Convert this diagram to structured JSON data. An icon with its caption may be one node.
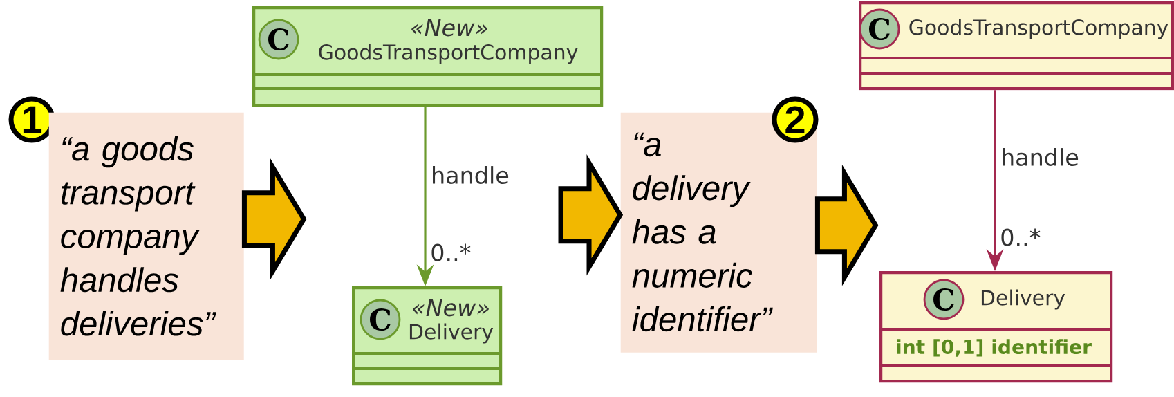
{
  "diagram": {
    "nodes": [
      {
        "text": [
          "1"
        ]
      },
      {
        "text": [
          "“a goods transport company handles deliveries”"
        ]
      },
      {
        "text": [
          "C",
          "«New»",
          "GoodsTransportCompany"
        ]
      },
      {
        "text": [
          "C",
          "«New»",
          "Delivery"
        ]
      },
      {
        "text": [
          "“a delivery has a numeric identifier”"
        ]
      },
      {
        "text": [
          "2"
        ]
      },
      {
        "text": [
          "C",
          "GoodsTransportCompany"
        ]
      },
      {
        "text": [
          "C",
          "Delivery",
          "int [0,1] identifier"
        ]
      }
    ],
    "edges": [
      {
        "from": 1,
        "to": null,
        "arrow": "to",
        "color": "#f2b800"
      },
      {
        "from": null,
        "to": 4,
        "arrow": "to",
        "color": "#f2b800"
      },
      {
        "from": 4,
        "to": null,
        "arrow": "to",
        "color": "#f2b800"
      },
      {
        "from": 2,
        "to": 3,
        "arrow": "to",
        "label": "handle",
        "color": "#6b9a2c"
      },
      {
        "from": 6,
        "to": 7,
        "arrow": "to",
        "label": "handle",
        "color": "#a3294f"
      }
    ],
    "labels": [
      "0..*",
      "0..*"
    ]
  }
}
